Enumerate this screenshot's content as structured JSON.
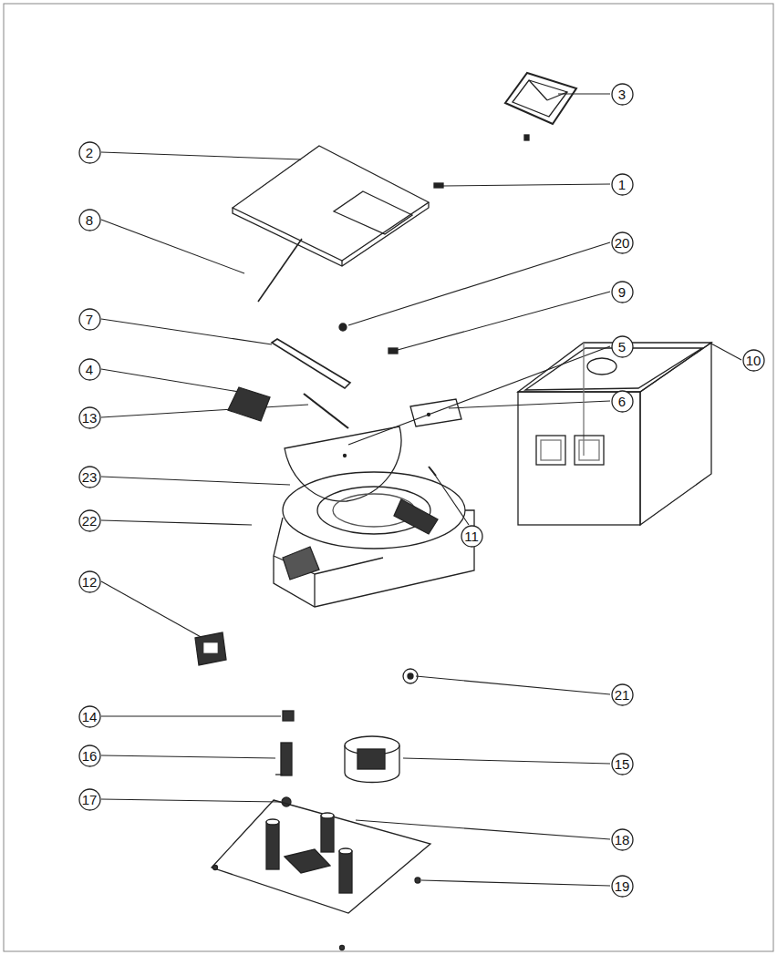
{
  "diagram": {
    "nodes": [
      {
        "text": [
          "3"
        ]
      },
      {
        "text": [
          "2"
        ]
      },
      {
        "text": [
          "1"
        ]
      },
      {
        "text": [
          "8"
        ]
      },
      {
        "text": [
          "20"
        ]
      },
      {
        "text": [
          "9"
        ]
      },
      {
        "text": [
          "7"
        ]
      },
      {
        "text": [
          "5"
        ]
      },
      {
        "text": [
          "10"
        ]
      },
      {
        "text": [
          "4"
        ]
      },
      {
        "text": [
          "6"
        ]
      },
      {
        "text": [
          "13"
        ]
      },
      {
        "text": [
          "23"
        ]
      },
      {
        "text": [
          "22"
        ]
      },
      {
        "text": [
          "11"
        ]
      },
      {
        "text": [
          "12"
        ]
      },
      {
        "text": [
          "21"
        ]
      },
      {
        "text": [
          "14"
        ]
      },
      {
        "text": [
          "16"
        ]
      },
      {
        "text": [
          "15"
        ]
      },
      {
        "text": [
          "17"
        ]
      },
      {
        "text": [
          "18"
        ]
      },
      {
        "text": [
          "19"
        ]
      }
    ]
  }
}
